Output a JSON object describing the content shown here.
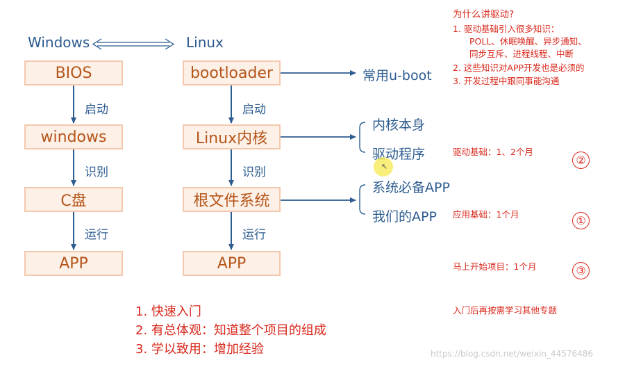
{
  "headers": {
    "windows": "Windows",
    "linux": "Linux"
  },
  "windows_column": {
    "boxes": [
      "BIOS",
      "windows",
      "C盘",
      "APP"
    ],
    "arrows": [
      "启动",
      "识别",
      "运行"
    ]
  },
  "linux_column": {
    "boxes": [
      "bootloader",
      "Linux内核",
      "根文件系统",
      "APP"
    ],
    "arrows": [
      "启动",
      "识别",
      "运行"
    ]
  },
  "branches": {
    "bootloader": "常用u-boot",
    "kernel": [
      "内核本身",
      "驱动程序"
    ],
    "rootfs": [
      "系统必备APP",
      "我们的APP"
    ]
  },
  "bottom_list": [
    "1. 快速入门",
    "2. 有总体观：知道整个项目的组成",
    "3. 学以致用：增加经验"
  ],
  "why_drivers": {
    "title": "为什么讲驱动?",
    "item1_line1": "1.   驱动基础引入很多知识：",
    "item1_line2": "POLL、休眠唤醒、异步通知、",
    "item1_line3": "同步互斥、进程线程、中断",
    "item2": "2. 这些知识对APP开发也是必须的",
    "item3": "3. 开发过程中跟同事能沟通"
  },
  "schedule": [
    {
      "text": "驱动基础：1、2个月",
      "badge": "②"
    },
    {
      "text": "应用基础：1个月",
      "badge": "①"
    },
    {
      "text": "马上开始项目：1个月",
      "badge": "③"
    }
  ],
  "footer_note": "入门后再按需学习其他专题",
  "watermark": "https://blog.csdn.net/weixin_44576486",
  "colors": {
    "box_border": "#f4c8ae",
    "box_fill": "#fdf0e7",
    "box_text": "#b5561a",
    "blue": "#2d5c90",
    "red": "#d9281c"
  }
}
